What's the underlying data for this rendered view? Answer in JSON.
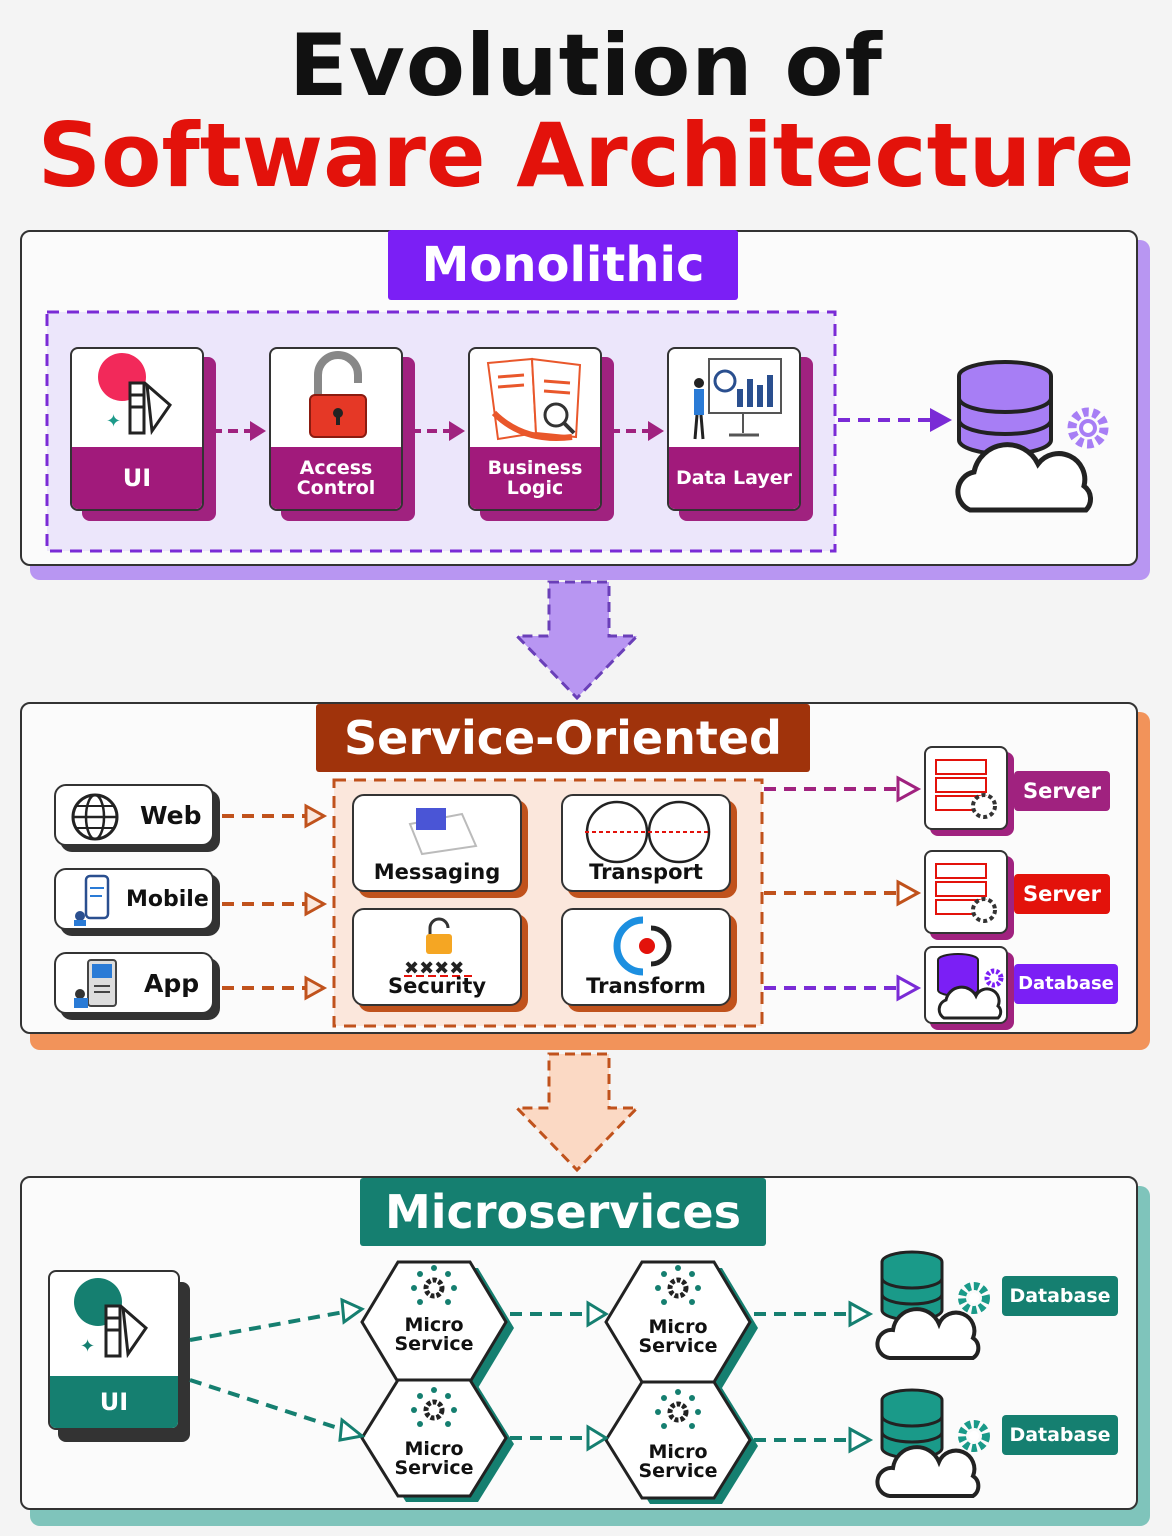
{
  "title": {
    "line1": "Evolution of",
    "line2": "Software Architecture"
  },
  "colors": {
    "monolithic": "#7b1ff5",
    "service_oriented": "#a0330b",
    "microservices": "#157f70",
    "accent_red": "#e3120b"
  },
  "monolithic": {
    "heading": "Monolithic",
    "layers": [
      {
        "label": "UI",
        "icon": "ui-design-icon"
      },
      {
        "label": "Access Control",
        "icon": "padlock-icon"
      },
      {
        "label": "Business Logic",
        "icon": "documents-icon"
      },
      {
        "label": "Data Layer",
        "icon": "analytics-icon"
      }
    ],
    "target_icon": "database-cloud-gear-icon"
  },
  "service_oriented": {
    "heading": "Service-Oriented",
    "clients": [
      {
        "label": "Web",
        "icon": "globe-icon"
      },
      {
        "label": "Mobile",
        "icon": "mobile-phone-icon"
      },
      {
        "label": "App",
        "icon": "app-icon"
      }
    ],
    "services": [
      {
        "label": "Messaging",
        "icon": "message-icon"
      },
      {
        "label": "Transport",
        "icon": "transport-icon"
      },
      {
        "label": "Security",
        "icon": "lock-password-icon"
      },
      {
        "label": "Transform",
        "icon": "transform-icon"
      }
    ],
    "targets": [
      {
        "label": "Server",
        "icon": "server-icon"
      },
      {
        "label": "Server",
        "icon": "server-icon"
      },
      {
        "label": "Database",
        "icon": "database-cloud-icon"
      }
    ]
  },
  "microservices": {
    "heading": "Microservices",
    "ui_label": "UI",
    "services": [
      {
        "line1": "Micro",
        "line2": "Service"
      },
      {
        "line1": "Micro",
        "line2": "Service"
      },
      {
        "line1": "Micro",
        "line2": "Service"
      },
      {
        "line1": "Micro",
        "line2": "Service"
      }
    ],
    "databases": [
      {
        "label": "Database"
      },
      {
        "label": "Database"
      }
    ]
  }
}
